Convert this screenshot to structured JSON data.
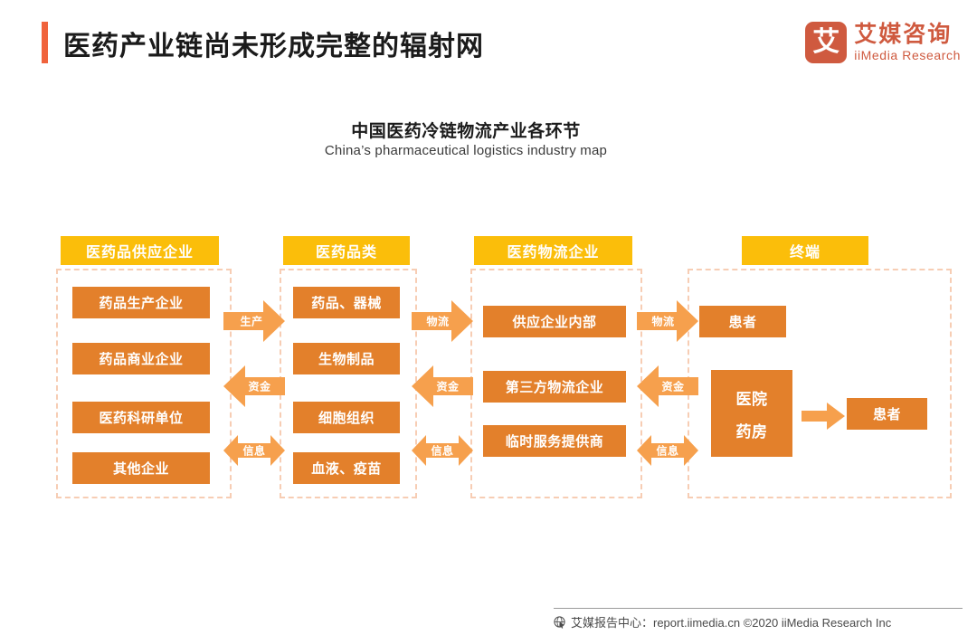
{
  "header": {
    "title": "医药产业链尚未形成完整的辐射网",
    "accent_color": "#F0633C",
    "logo": {
      "mark_char": "艾",
      "name_cn": "艾媒咨询",
      "name_en": "iiMedia Research",
      "color": "#CF5A3F"
    }
  },
  "chart_data": {
    "type": "diagram",
    "title": "中国医药冷链物流产业各环节",
    "subtitle": "China’s pharmaceutical logistics industry map",
    "palette": {
      "header_yellow": "#FBBE0A",
      "node_orange": "#E3802B",
      "arrow_orange": "#F6A04D",
      "dashed_border": "#F7CDB4"
    },
    "columns": [
      {
        "header": "医药品供应企业",
        "nodes": [
          "药品生产企业",
          "药品商业企业",
          "医药科研单位",
          "其他企业"
        ]
      },
      {
        "header": "医药品类",
        "nodes": [
          "药品、器械",
          "生物制品",
          "细胞组织",
          "血液、疫苗"
        ]
      },
      {
        "header": "医药物流企业",
        "nodes": [
          "供应企业内部",
          "第三方物流企业",
          "临时服务提供商"
        ]
      },
      {
        "header": "终端",
        "nodes": [
          "患者",
          "医院\n药房",
          "患者"
        ],
        "node_hospital_line1": "医院",
        "node_hospital_line2": "药房",
        "node_patient_top": "患者",
        "node_patient_right": "患者"
      }
    ],
    "connectors": [
      {
        "group": "col1-col2",
        "labels": [
          "生产",
          "资金",
          "信息"
        ],
        "directions": [
          "right",
          "left",
          "both"
        ]
      },
      {
        "group": "col2-col3",
        "labels": [
          "物流",
          "资金",
          "信息"
        ],
        "directions": [
          "right",
          "left",
          "both"
        ]
      },
      {
        "group": "col3-col4",
        "labels": [
          "物流",
          "资金",
          "信息"
        ],
        "directions": [
          "right",
          "left",
          "both"
        ]
      },
      {
        "group": "hospital-patient",
        "labels": [
          ""
        ],
        "directions": [
          "right"
        ]
      }
    ],
    "connector_labels": {
      "g1_a": "生产",
      "g1_b": "资金",
      "g1_c": "信息",
      "g2_a": "物流",
      "g2_b": "资金",
      "g2_c": "信息",
      "g3_a": "物流",
      "g3_b": "资金",
      "g3_c": "信息"
    }
  },
  "footer": {
    "icon": "globe-cursor-icon",
    "text": "艾媒报告中心：report.iimedia.cn  ©2020  iiMedia Research  Inc"
  }
}
